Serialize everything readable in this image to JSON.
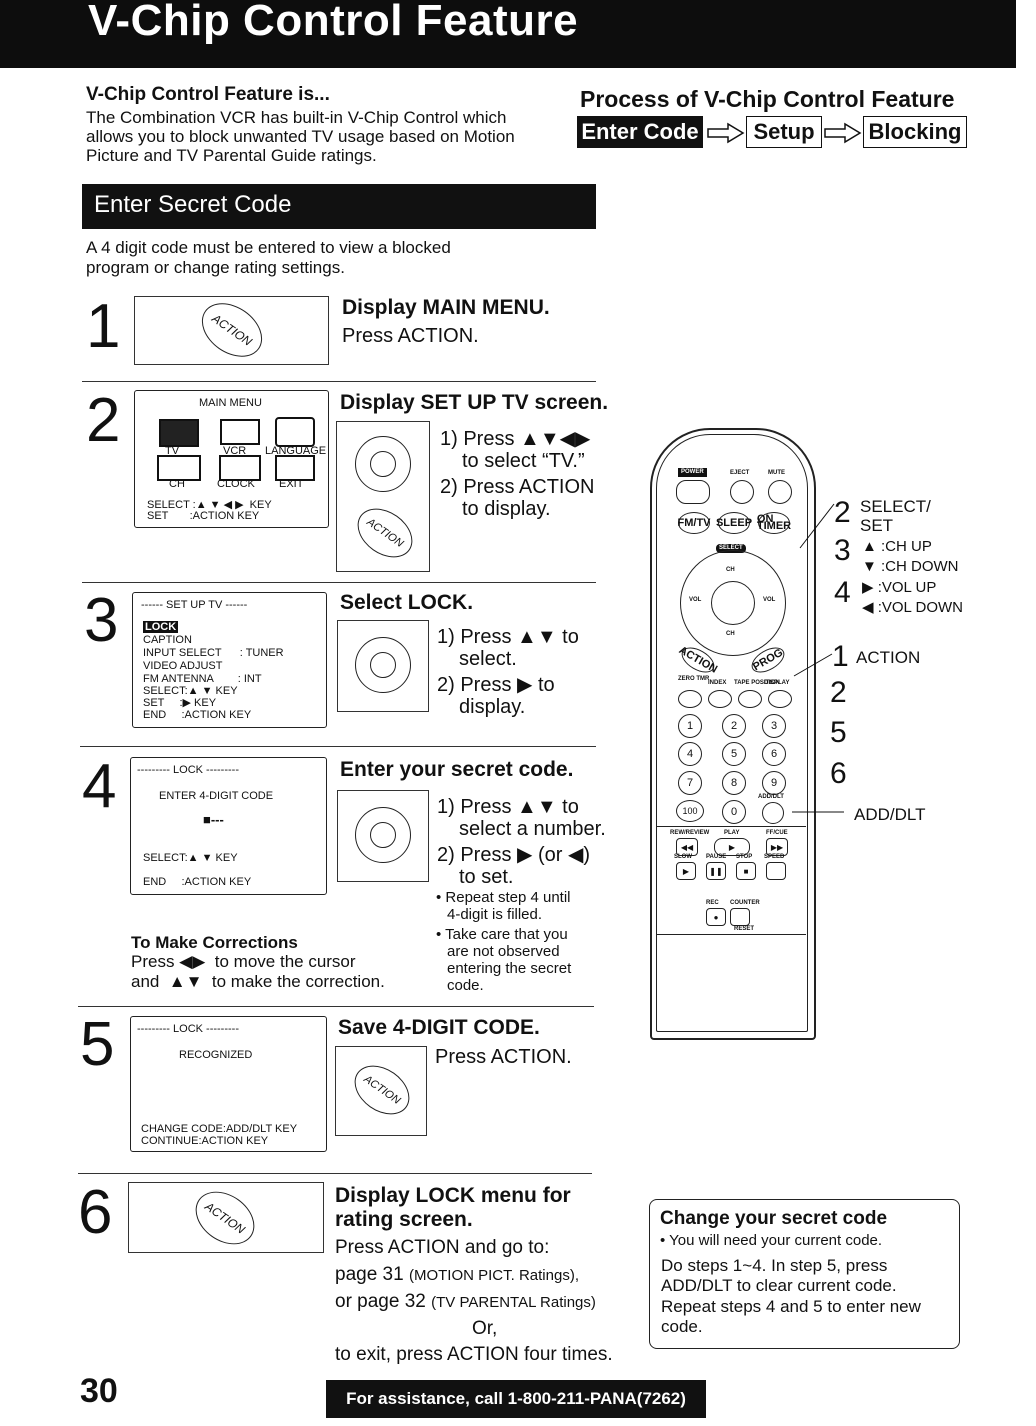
{
  "header": {
    "title": "V-Chip Control Feature"
  },
  "intro": {
    "heading": "V-Chip Control Feature is...",
    "lines": [
      "The Combination VCR has built-in V-Chip Control which",
      "allows you to block unwanted TV usage based on Motion",
      "Picture and TV Parental Guide ratings."
    ]
  },
  "process": {
    "heading": "Process of V-Chip Control Feature",
    "steps": [
      "Enter Code",
      "Setup",
      "Blocking"
    ]
  },
  "section": {
    "title": "Enter Secret Code",
    "lines": [
      "A 4 digit code must be entered to view a blocked",
      "program or change rating settings."
    ]
  },
  "action_label": "ACTION",
  "steps": {
    "s1": {
      "num": "1",
      "title": "Display MAIN MENU.",
      "text": "Press ACTION."
    },
    "s2": {
      "num": "2",
      "title": "Display SET UP TV screen.",
      "l1a": "1) Press ▲▼◀▶",
      "l1b": "to select “TV.”",
      "l2a": "2) Press ACTION",
      "l2b": "to display.",
      "screen": {
        "title": "MAIN MENU",
        "tv": "TV",
        "vcr": "VCR",
        "language": "LANGUAGE",
        "ch": "CH",
        "clock": "CLOCK",
        "exit": "EXIT",
        "select": "SELECT :▲ ▼ ◀ ▶  KEY",
        "set": "SET       :ACTION KEY"
      }
    },
    "s3": {
      "num": "3",
      "title": "Select LOCK.",
      "l1a": "1) Press ▲▼ to",
      "l1b": "select.",
      "l2a": "2) Press ▶ to",
      "l2b": "display.",
      "screen": {
        "title": "------ SET UP TV ------",
        "lock": "LOCK",
        "caption": "CAPTION",
        "input": "INPUT SELECT      : TUNER",
        "video": "VIDEO ADJUST",
        "fm": "FM ANTENNA        : INT",
        "select": "SELECT:▲ ▼ KEY",
        "set": "SET     :▶ KEY",
        "end": "END     :ACTION KEY"
      }
    },
    "s4": {
      "num": "4",
      "title": "Enter your secret code.",
      "l1a": "1) Press ▲▼ to",
      "l1b": "select a number.",
      "l2a": "2) Press ▶ (or ◀)",
      "l2b": "to set.",
      "b1a": "• Repeat step 4 until",
      "b1b": "4-digit is filled.",
      "b2a": "• Take care that you",
      "b2b": "are not observed",
      "b2c": "entering the secret",
      "b2d": "code.",
      "screen": {
        "title": "--------- LOCK ---------",
        "enter": "ENTER 4-DIGIT CODE",
        "code": "■---",
        "select": "SELECT:▲ ▼ KEY",
        "end": "END     :ACTION KEY"
      },
      "corr": {
        "title": "To Make Corrections",
        "l1": "Press ◀▶  to move the cursor",
        "l2": "and  ▲▼  to make the correction."
      }
    },
    "s5": {
      "num": "5",
      "title": "Save 4-DIGIT CODE.",
      "text": "Press ACTION.",
      "screen": {
        "title": "--------- LOCK ---------",
        "recognized": "RECOGNIZED",
        "change": "CHANGE CODE:ADD/DLT KEY",
        "continue": "CONTINUE:ACTION KEY"
      }
    },
    "s6": {
      "num": "6",
      "t1": "Display LOCK menu for",
      "t2": "rating screen.",
      "l1": "Press ACTION and go to:",
      "p31": "page 31",
      "p31s": "(MOTION PICT. Ratings),",
      "p32": "or page 32",
      "p32s": "(TV PARENTAL Ratings)",
      "or": "Or,",
      "exit": "to exit, press ACTION four times."
    }
  },
  "remote": {
    "labels": {
      "n2": "2",
      "selset1": "SELECT/",
      "selset2": "SET",
      "n3": "3",
      "chup": "▲ :CH UP",
      "chdown": "▼ :CH DOWN",
      "n4": "4",
      "volup": "▶ :VOL UP",
      "voldown": "◀ :VOL DOWN",
      "n1": "1",
      "action": "ACTION",
      "d1": "2",
      "d2": "5",
      "d3": "6",
      "adddlt": "ADD/DLT"
    },
    "buttons": {
      "power": "POWER",
      "eject": "EJECT",
      "mute": "MUTE",
      "fmtv": "FM/TV",
      "sleep": "SLEEP",
      "ontimer": "ON TIMER",
      "select": "SELECT",
      "ch": "CH",
      "vol": "VOL",
      "ch2": "CH",
      "action": "ACTION",
      "prog": "PROG",
      "zero": "ZERO TMR",
      "index": "INDEX",
      "tape": "TAPE POSITION",
      "display": "DISPLAY",
      "k1": "1",
      "k2": "2",
      "k3": "3",
      "k4": "4",
      "k5": "5",
      "k6": "6",
      "k7": "7",
      "k8": "8",
      "k9": "9",
      "k100": "100",
      "k0": "0",
      "adddlt": "ADD/DLT",
      "rew": "REW/REVIEW",
      "play": "PLAY",
      "ff": "FF/CUE",
      "slow": "SLOW",
      "pause": "PAUSE",
      "stop": "STOP",
      "speed": "SPEED",
      "rec": "REC",
      "counter": "COUNTER",
      "reset": "RESET"
    }
  },
  "change_code": {
    "title": "Change your secret code",
    "bullet": "• You will need your current code.",
    "l1": "Do steps 1~4. In step 5, press",
    "l2": "ADD/DLT to clear current code.",
    "l3": "Repeat steps 4 and 5 to enter new",
    "l4": "code."
  },
  "footer": {
    "page": "30",
    "assist": "For assistance, call 1-800-211-PANA(7262)"
  }
}
